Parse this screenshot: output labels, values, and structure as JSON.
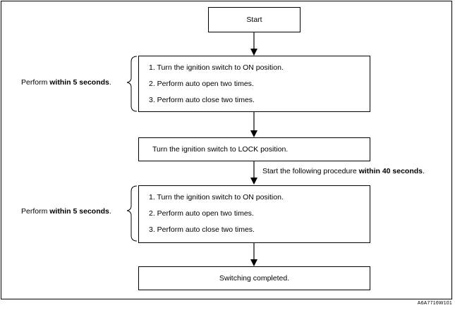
{
  "start_label": "Start",
  "block1": {
    "steps": [
      "1. Turn the ignition switch to ON position.",
      "2. Perform auto open two times.",
      "3. Perform auto close two times."
    ]
  },
  "side1": {
    "prefix": "Perform ",
    "bold": "within 5 seconds",
    "suffix": "."
  },
  "lock_label": "Turn the ignition switch to LOCK position.",
  "note": {
    "prefix": "Start the following procedure ",
    "bold": "within 40 seconds",
    "suffix": "."
  },
  "block2": {
    "steps": [
      "1. Turn the ignition switch to ON position.",
      "2. Perform auto open two times.",
      "3. Perform auto close two times."
    ]
  },
  "side2": {
    "prefix": "Perform ",
    "bold": "within 5 seconds",
    "suffix": "."
  },
  "end_label": "Switching completed.",
  "figure_id": "A6A7716W101"
}
